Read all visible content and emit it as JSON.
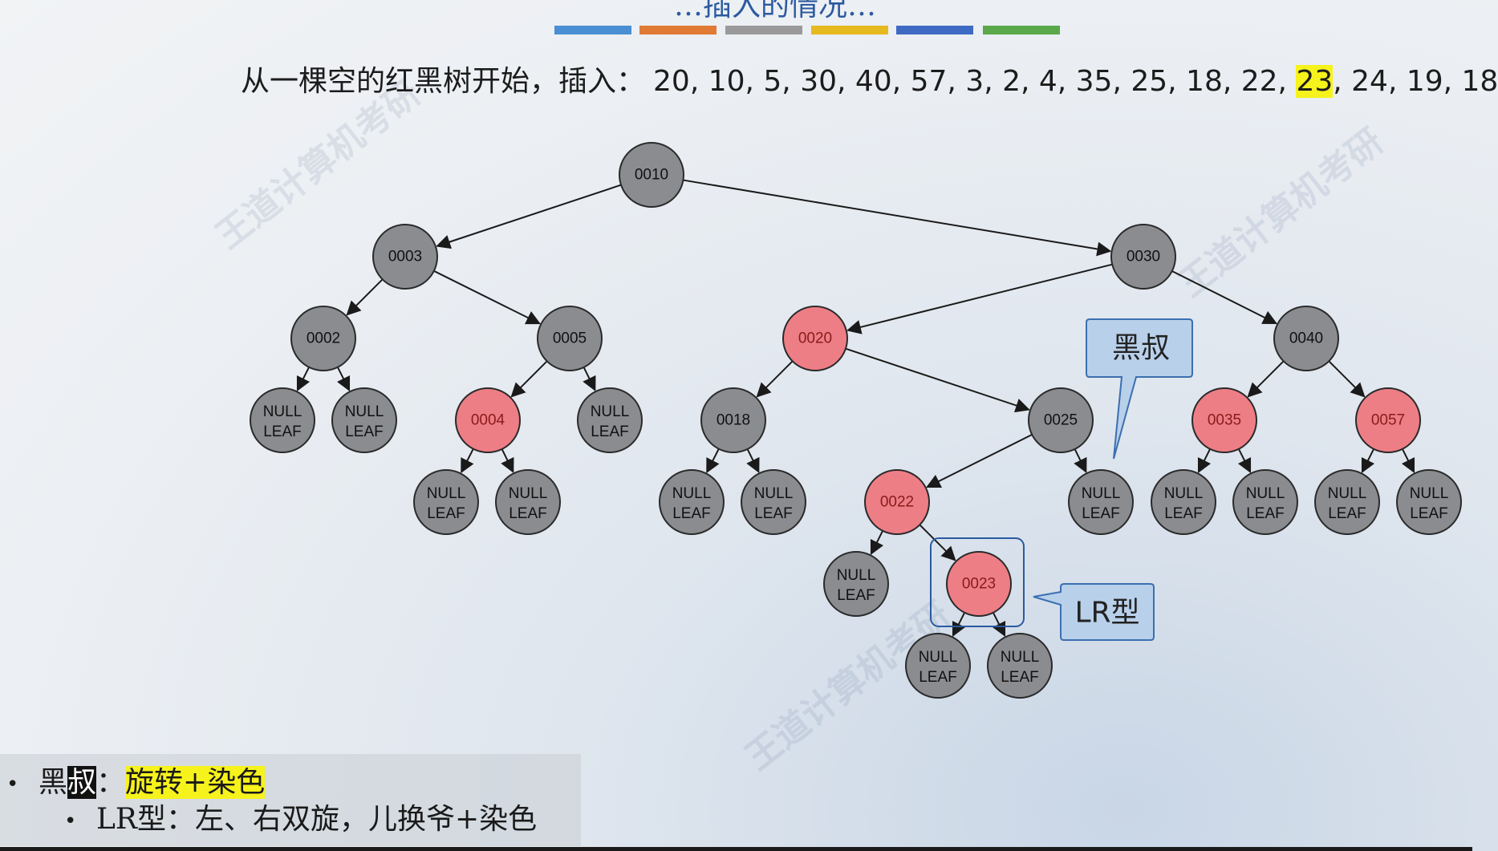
{
  "header": {
    "title_partial": "…插入的情况…",
    "bar_colors": [
      "#4a8fd4",
      "#e07a35",
      "#9a9a9a",
      "#e6b91e",
      "#3f6ac4",
      "#5aa84a"
    ]
  },
  "sequence": {
    "lead": "从一棵空的红黑树开始，插入：",
    "numbers_before": "20, 10, 5, 30, 40, 57, 3, 2, 4, 35, 25, 18, 22, ",
    "highlight": "23",
    "numbers_after": ", 24, 19, 18"
  },
  "tree": {
    "colors": {
      "black": "#8a8c90",
      "red": "#ee7e86",
      "red_text": "#9a1d1d"
    },
    "nodes": [
      {
        "id": "n10",
        "label": "0010",
        "color": "black"
      },
      {
        "id": "n3",
        "label": "0003",
        "color": "black"
      },
      {
        "id": "n30",
        "label": "0030",
        "color": "black"
      },
      {
        "id": "n2",
        "label": "0002",
        "color": "black"
      },
      {
        "id": "n5",
        "label": "0005",
        "color": "black"
      },
      {
        "id": "n20",
        "label": "0020",
        "color": "red"
      },
      {
        "id": "n40",
        "label": "0040",
        "color": "black"
      },
      {
        "id": "n4",
        "label": "0004",
        "color": "red"
      },
      {
        "id": "n18",
        "label": "0018",
        "color": "black"
      },
      {
        "id": "n25",
        "label": "0025",
        "color": "black"
      },
      {
        "id": "n35",
        "label": "0035",
        "color": "red"
      },
      {
        "id": "n57",
        "label": "0057",
        "color": "red"
      },
      {
        "id": "n22",
        "label": "0022",
        "color": "red"
      },
      {
        "id": "n23",
        "label": "0023",
        "color": "red"
      }
    ],
    "null_leaf": {
      "line1": "NULL",
      "line2": "LEAF"
    }
  },
  "callouts": {
    "uncle": "黑叔",
    "case": "LR型"
  },
  "rules": {
    "line1_prefix": "黑",
    "line1_black": "叔",
    "line1_colon": "：",
    "line1_highlight": "旋转+染色",
    "line2": "LR型：左、右双旋，儿换爷+染色"
  },
  "watermark": "王道计算机考研"
}
